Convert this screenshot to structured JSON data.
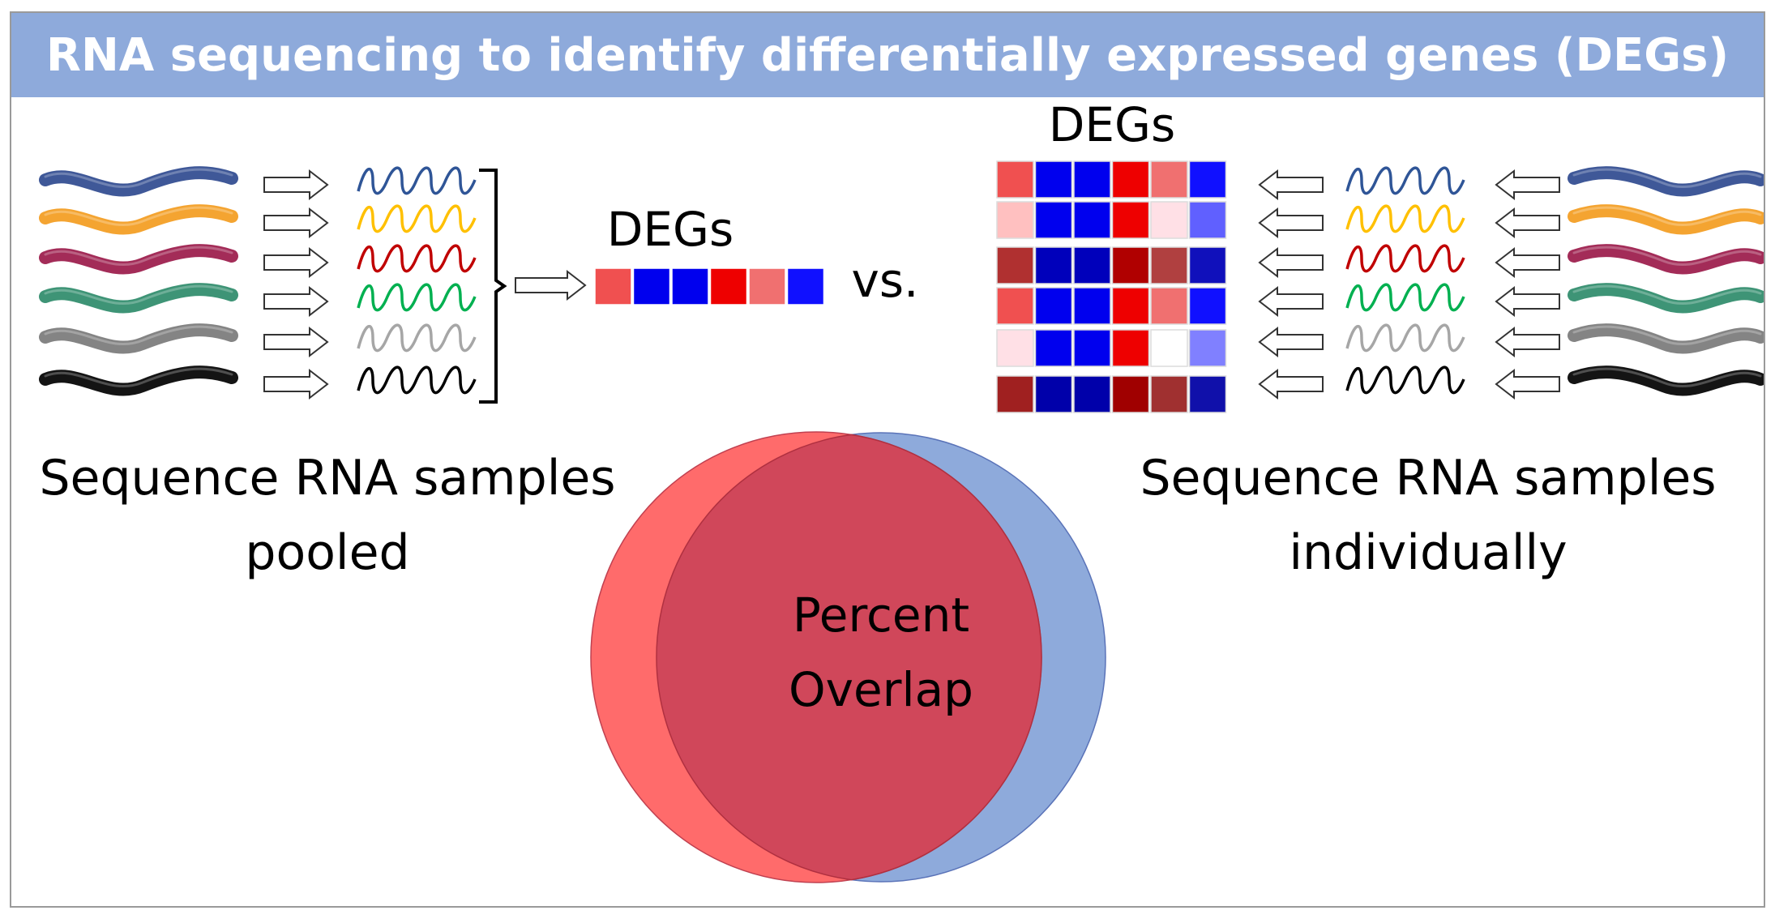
{
  "title": "RNA sequencing to identify differentially expressed genes (DEGs)",
  "pooled": {
    "caption_line1": "Sequence RNA samples",
    "caption_line2": "pooled",
    "degs_label": "DEGs"
  },
  "comparison_label": "vs.",
  "individual": {
    "caption_line1": "Sequence RNA samples",
    "caption_line2": "individually",
    "degs_label": "DEGs"
  },
  "venn": {
    "overlap_line1": "Percent",
    "overlap_line2": "Overlap",
    "left_color": "#ff6b6b",
    "right_color": "#8eaadb",
    "overlap_color": "#d0475a"
  },
  "worm_colors": [
    "#2f4a8f",
    "#f39c1f",
    "#9b1a4a",
    "#2e8b6a",
    "#7a7a7a",
    "#000000"
  ],
  "wave_colors": [
    "#2f5597",
    "#ffc000",
    "#c00000",
    "#00b050",
    "#a6a6a6",
    "#000000"
  ],
  "pooled_deg_colors": [
    "#f05050",
    "#0000ee",
    "#0000ee",
    "#ee0000",
    "#f07070",
    "#1010ff"
  ],
  "individual_deg_rows": [
    [
      "#f05050",
      "#0000ee",
      "#0000ee",
      "#ee0000",
      "#f07070",
      "#1010ff"
    ],
    [
      "#ffc0c0",
      "#0000ee",
      "#0000ee",
      "#ee0000",
      "#ffe0e6",
      "#6060ff"
    ],
    [
      "#b03030",
      "#0000bb",
      "#0000bb",
      "#b00000",
      "#b04040",
      "#1010bb"
    ],
    [
      "#f05050",
      "#0000ee",
      "#0000ee",
      "#ee0000",
      "#f07070",
      "#1010ff"
    ],
    [
      "#ffe0e6",
      "#0000ee",
      "#0000ee",
      "#ee0000",
      "#ffffff",
      "#8080ff"
    ],
    [
      "#a02020",
      "#0000aa",
      "#0000aa",
      "#a00000",
      "#a03030",
      "#1010aa"
    ]
  ]
}
